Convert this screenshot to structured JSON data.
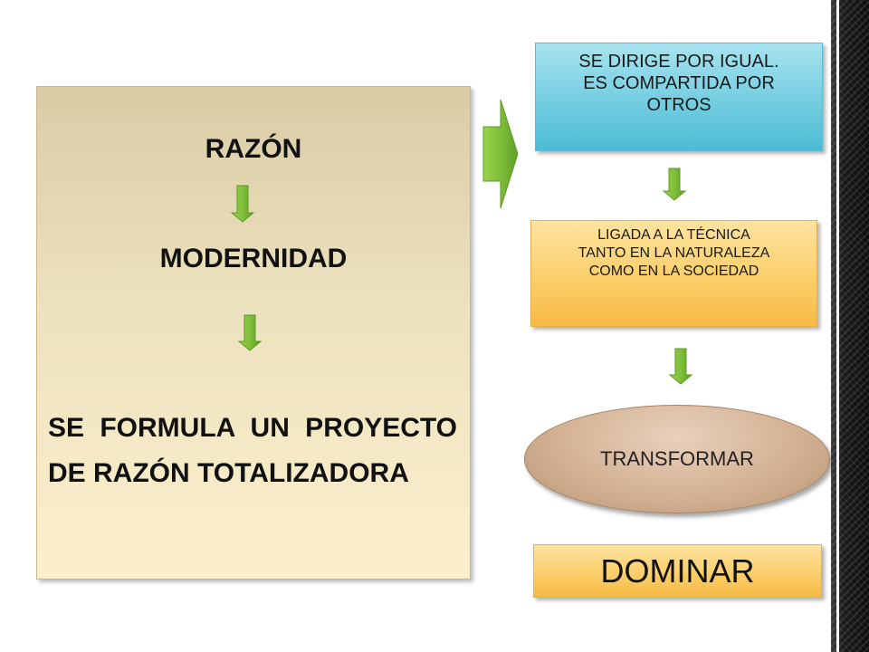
{
  "left_panel": {
    "title_1": "RAZÓN",
    "title_2": "MODERNIDAD",
    "paragraph": "SE FORMULA UN PROYECTO DE RAZÓN TOTALIZADORA"
  },
  "right_column": {
    "blue_box_lines": [
      "SE DIRIGE POR IGUAL.",
      "ES COMPARTIDA POR",
      "OTROS"
    ],
    "orange_box_lines": [
      "LIGADA A LA TÉCNICA",
      "TANTO EN LA NATURALEZA",
      "COMO EN LA SOCIEDAD"
    ],
    "oval_label": "TRANSFORMAR",
    "bottom_box_label": "DOMINAR"
  },
  "colors": {
    "arrow_green": "#7fbf3a",
    "arrow_green_dark": "#5a9a22",
    "blue_box": "#73cde0",
    "orange_box": "#fbcf6a",
    "oval": "#d3b293",
    "left_box": "#ede2bf"
  },
  "icons": {
    "down_arrow": "down-arrow-icon",
    "chevron_right": "chevron-right-arrow-icon"
  }
}
